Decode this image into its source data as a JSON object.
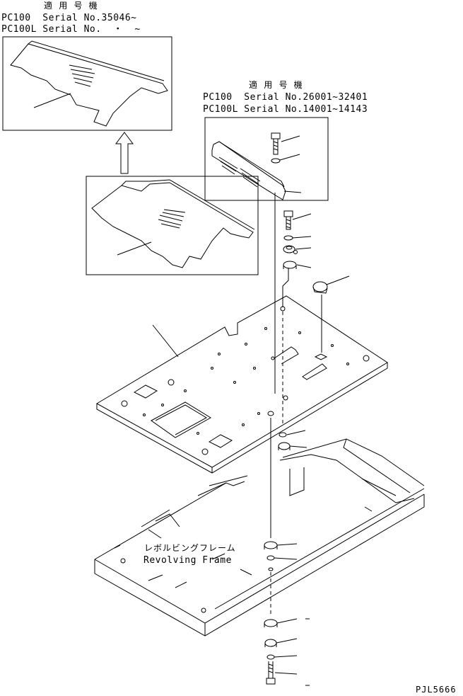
{
  "inset_top_left": {
    "heading": "適 用 号 機",
    "line1": "PC100  Serial No.35046~",
    "line2": "PC100L Serial No.  ・  ~"
  },
  "inset_top_right": {
    "heading": "適 用 号 機",
    "line1": "PC100  Serial No.26001~32401",
    "line2": "PC100L Serial No.14001~14143"
  },
  "frame_label": {
    "jp": "レボルビングフレーム",
    "en": "Revolving Frame"
  },
  "drawing_code": "PJL5666"
}
